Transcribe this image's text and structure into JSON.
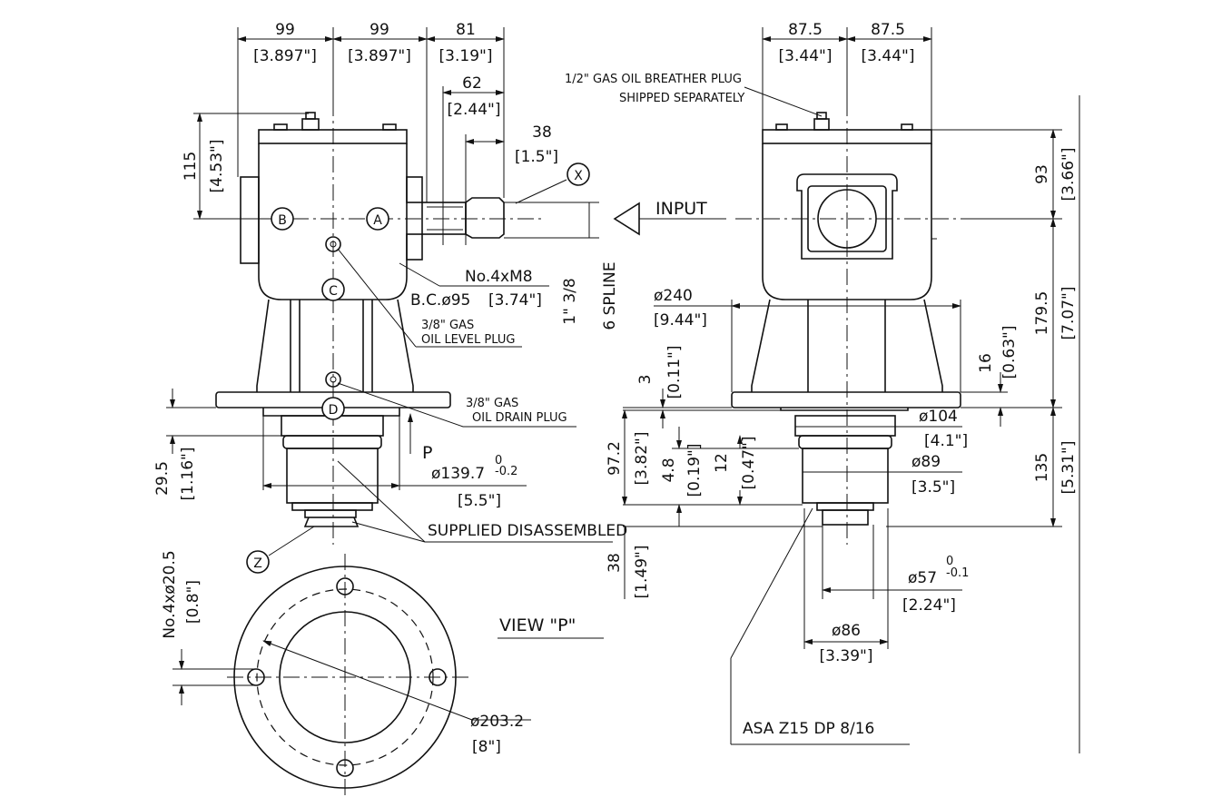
{
  "dims": {
    "top_99a": "99",
    "top_99a_in": "[3.897\"]",
    "top_99b": "99",
    "top_99b_in": "[3.897\"]",
    "top_81": "81",
    "top_81_in": "[3.19\"]",
    "top_62": "62",
    "top_62_in": "[2.44\"]",
    "top_38": "38",
    "top_38_in": "[1.5\"]",
    "left_115": "115",
    "left_115_in": "[4.53\"]",
    "left_29_5": "29.5",
    "left_29_5_in": "[1.16\"]",
    "left_20_5": "No.4xø20.5",
    "left_20_5_in": "[0.8\"]",
    "right_87_5a": "87.5",
    "right_87_5a_in": "[3.44\"]",
    "right_87_5b": "87.5",
    "right_87_5b_in": "[3.44\"]",
    "right_93": "93",
    "right_93_in": "[3.66\"]",
    "right_179_5": "179.5",
    "right_179_5_in": "[7.07\"]",
    "right_135": "135",
    "right_135_in": "[5.31\"]",
    "right_16": "16",
    "right_16_in": "[0.63\"]",
    "d240": "ø240",
    "d240_in": "[9.44\"]",
    "d104": "ø104",
    "d104_in": "[4.1\"]",
    "d89": "ø89",
    "d89_in": "[3.5\"]",
    "d57": "ø57",
    "d57_tol_top": "0",
    "d57_tol_bot": "-0.1",
    "d57_in": "[2.24\"]",
    "d86": "ø86",
    "d86_in": "[3.39\"]",
    "d139": "ø139.7",
    "d139_tol_top": "0",
    "d139_tol_bot": "-0.2",
    "d139_in": "[5.5\"]",
    "d203": "ø203.2",
    "d203_in": "[8\"]",
    "v3": "3",
    "v3_in": "[0.11\"]",
    "v97": "97.2",
    "v97_in": "[3.82\"]",
    "v4_8": "4.8",
    "v4_8_in": "[0.19\"]",
    "v12": "12",
    "v12_in": "[0.47\"]",
    "v38": "38",
    "v38_in": "[1.49\"]"
  },
  "labels": {
    "breather_1": "1/2\" GAS OIL BREATHER PLUG",
    "breather_2": "SHIPPED SEPARATELY",
    "input": "INPUT",
    "no4xm8": "No.4xM8",
    "bc": "B.C.ø95",
    "bc_in": "[3.74\"]",
    "oil_level_1": "3/8\" GAS",
    "oil_level_2": "OIL LEVEL PLUG",
    "oil_drain_1": "3/8\" GAS",
    "oil_drain_2": "OIL DRAIN PLUG",
    "spline_1": "1\" 3/8",
    "spline_2": "6 SPLINE",
    "p": "P",
    "supplied": "SUPPLIED DISASSEMBLED",
    "view_p": "VIEW \"P\"",
    "asa": "ASA Z15 DP 8/16",
    "callout_a": "A",
    "callout_b": "B",
    "callout_c": "C",
    "callout_d": "D",
    "callout_x": "X",
    "callout_z": "Z"
  }
}
